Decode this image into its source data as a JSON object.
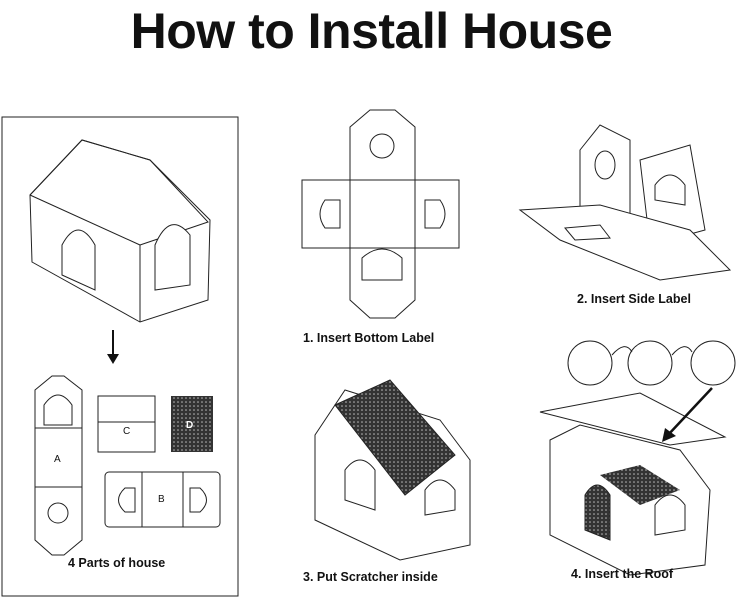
{
  "title": "How to Install House",
  "panel": {
    "caption": "4 Parts of house",
    "parts": [
      "A",
      "B",
      "C",
      "D"
    ]
  },
  "steps": [
    {
      "caption": "1. Insert Bottom Label"
    },
    {
      "caption": "2. Insert Side Label"
    },
    {
      "caption": "3. Put Scratcher inside"
    },
    {
      "caption": "4. Insert the Roof"
    }
  ],
  "colors": {
    "ink": "#111111",
    "scratcher": "#3a3a3a",
    "panel_fill": "#eeeeee"
  }
}
